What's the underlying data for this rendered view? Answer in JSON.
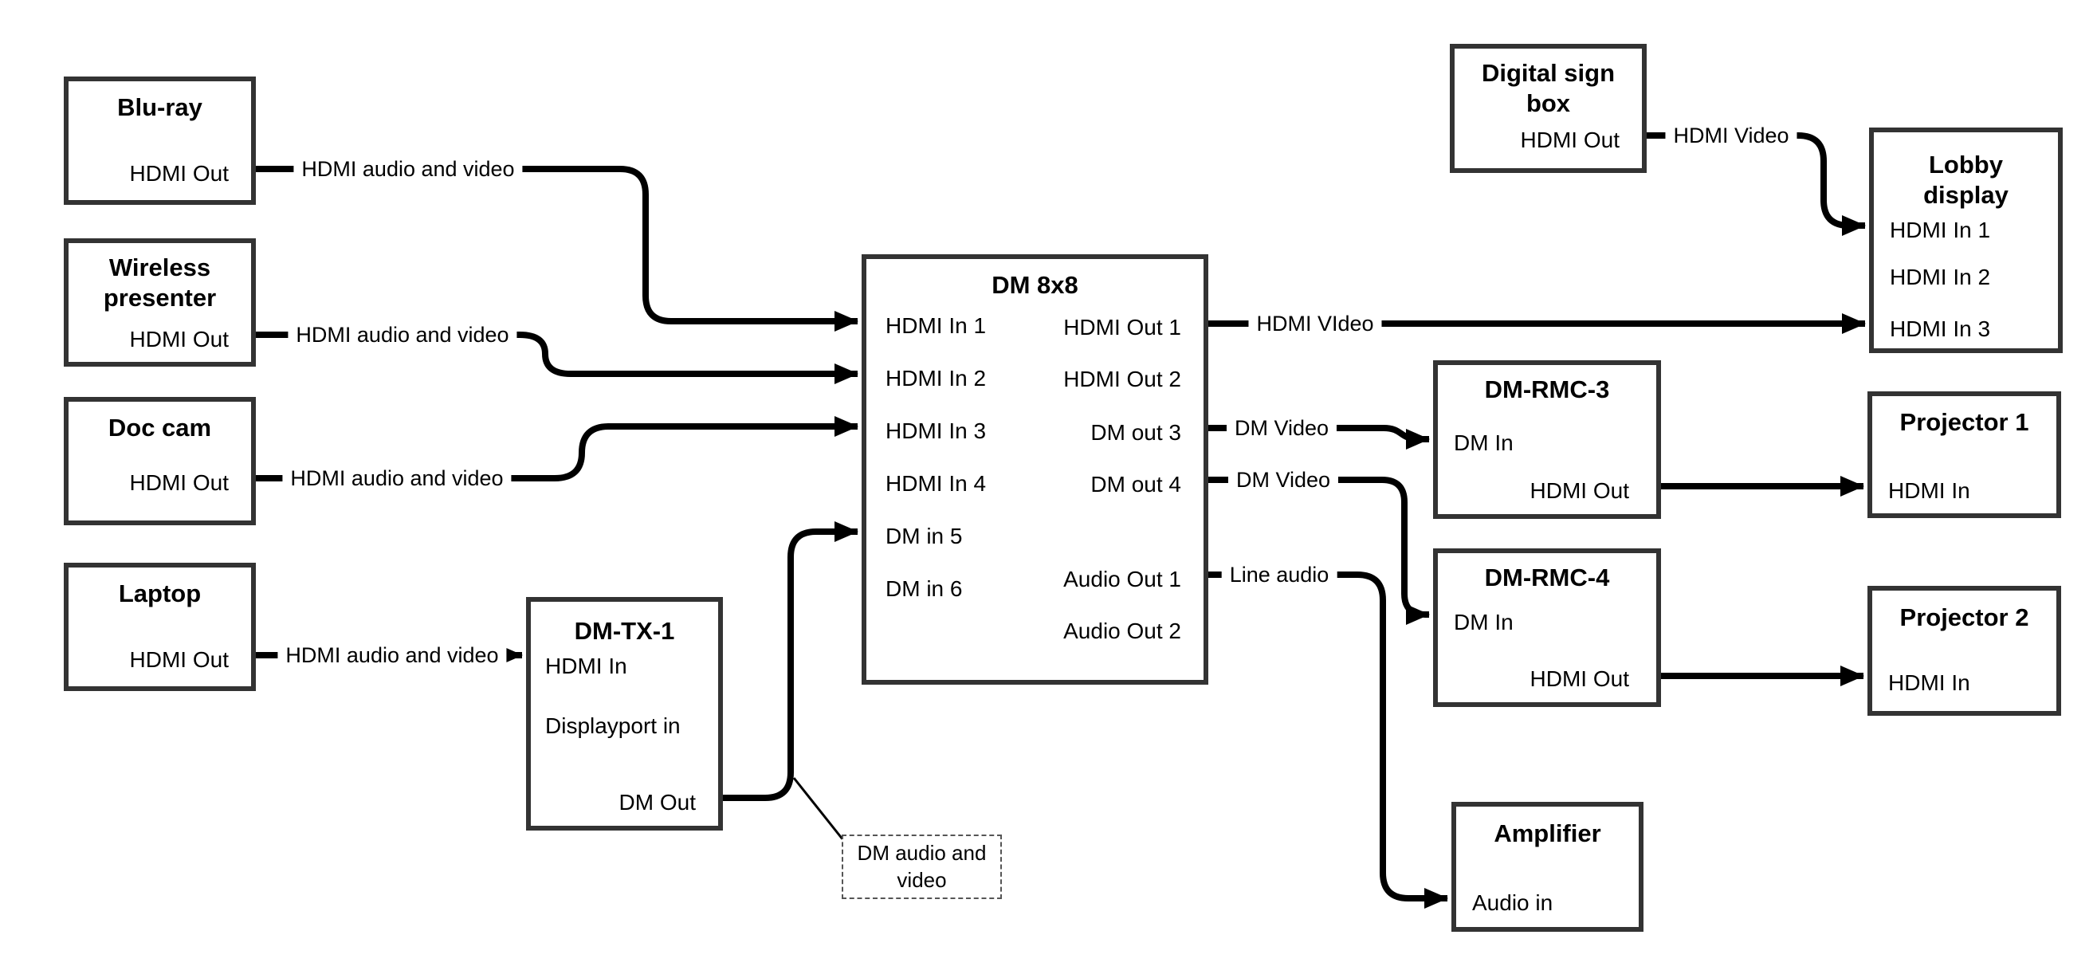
{
  "diagram": {
    "boxes": {
      "bluray": {
        "title": "Blu-ray",
        "hdmi_out": "HDMI Out"
      },
      "wireless_presenter": {
        "title_line1": "Wireless",
        "title_line2": "presenter",
        "hdmi_out": "HDMI Out"
      },
      "doc_cam": {
        "title": "Doc cam",
        "hdmi_out": "HDMI Out"
      },
      "laptop": {
        "title": "Laptop",
        "hdmi_out": "HDMI Out"
      },
      "dm_tx_1": {
        "title": "DM-TX-1",
        "hdmi_in": "HDMI In",
        "displayport_in": "Displayport in",
        "dm_out": "DM Out"
      },
      "dm_8x8": {
        "title": "DM 8x8",
        "inputs": [
          "HDMI In 1",
          "HDMI In 2",
          "HDMI In 3",
          "HDMI In 4",
          "DM in 5",
          "DM in 6"
        ],
        "outputs": [
          "HDMI Out 1",
          "HDMI Out 2",
          "DM out 3",
          "DM out 4",
          "Audio Out 1",
          "Audio Out 2"
        ]
      },
      "digital_sign_box": {
        "title_line1": "Digital sign",
        "title_line2": "box",
        "hdmi_out": "HDMI Out"
      },
      "lobby_display": {
        "title_line1": "Lobby",
        "title_line2": "display",
        "inputs": [
          "HDMI In 1",
          "HDMI In 2",
          "HDMI In 3"
        ]
      },
      "dm_rmc_3": {
        "title": "DM-RMC-3",
        "dm_in": "DM In",
        "hdmi_out": "HDMI Out"
      },
      "projector_1": {
        "title": "Projector 1",
        "hdmi_in": "HDMI In"
      },
      "dm_rmc_4": {
        "title": "DM-RMC-4",
        "dm_in": "DM In",
        "hdmi_out": "HDMI Out"
      },
      "projector_2": {
        "title": "Projector 2",
        "hdmi_in": "HDMI In"
      },
      "amplifier": {
        "title": "Amplifier",
        "audio_in": "Audio in"
      }
    },
    "cable_labels": {
      "bluray_cable": "HDMI audio and video",
      "wireless_cable": "HDMI audio and video",
      "doccam_cable": "HDMI audio and video",
      "laptop_cable": "HDMI audio and video",
      "hdmi_out1_cable": "HDMI VIdeo",
      "dm_out3_cable": "DM Video",
      "dm_out4_cable": "DM Video",
      "audio_out1_cable": "Line audio",
      "digital_sign_cable": "HDMI Video"
    },
    "annotation": {
      "line1": "DM audio and",
      "line2": "video"
    },
    "colors": {
      "line": "#000000",
      "box_border": "#333333",
      "background": "#ffffff",
      "text": "#000000"
    }
  }
}
